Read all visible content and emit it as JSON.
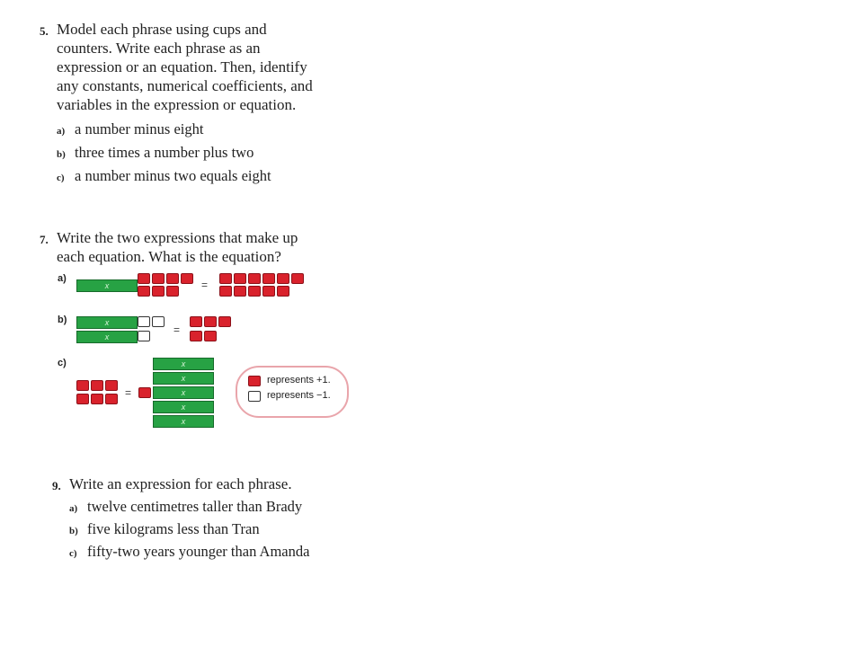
{
  "q5": {
    "number": "5.",
    "lines": [
      "Model each phrase using cups and",
      "counters. Write each phrase as an",
      "expression or an equation. Then, identify",
      "any constants, numerical coefficients, and",
      "variables in the expression or equation."
    ],
    "items": [
      {
        "letter": "a)",
        "text": "a number minus eight"
      },
      {
        "letter": "b)",
        "text": "three times a number plus two"
      },
      {
        "letter": "c)",
        "text": "a number minus two equals eight"
      }
    ]
  },
  "q7": {
    "number": "7.",
    "lines": [
      "Write the two expressions that make up",
      "each equation. What is the equation?"
    ],
    "parts": [
      {
        "letter": "a)"
      },
      {
        "letter": "b)"
      },
      {
        "letter": "c)"
      }
    ],
    "variable_label": "x",
    "equals_sign": "=",
    "legend": {
      "positive": "represents +1.",
      "negative": "represents −1."
    },
    "colors": {
      "cup": "#27a244",
      "positive": "#d9222c",
      "negative": "#ffffff"
    }
  },
  "q9": {
    "number": "9.",
    "line": "Write an expression for each phrase.",
    "items": [
      {
        "letter": "a)",
        "text": "twelve centimetres taller than Brady"
      },
      {
        "letter": "b)",
        "text": "five kilograms less than Tran"
      },
      {
        "letter": "c)",
        "text": "fifty-two years younger than Amanda"
      }
    ]
  }
}
